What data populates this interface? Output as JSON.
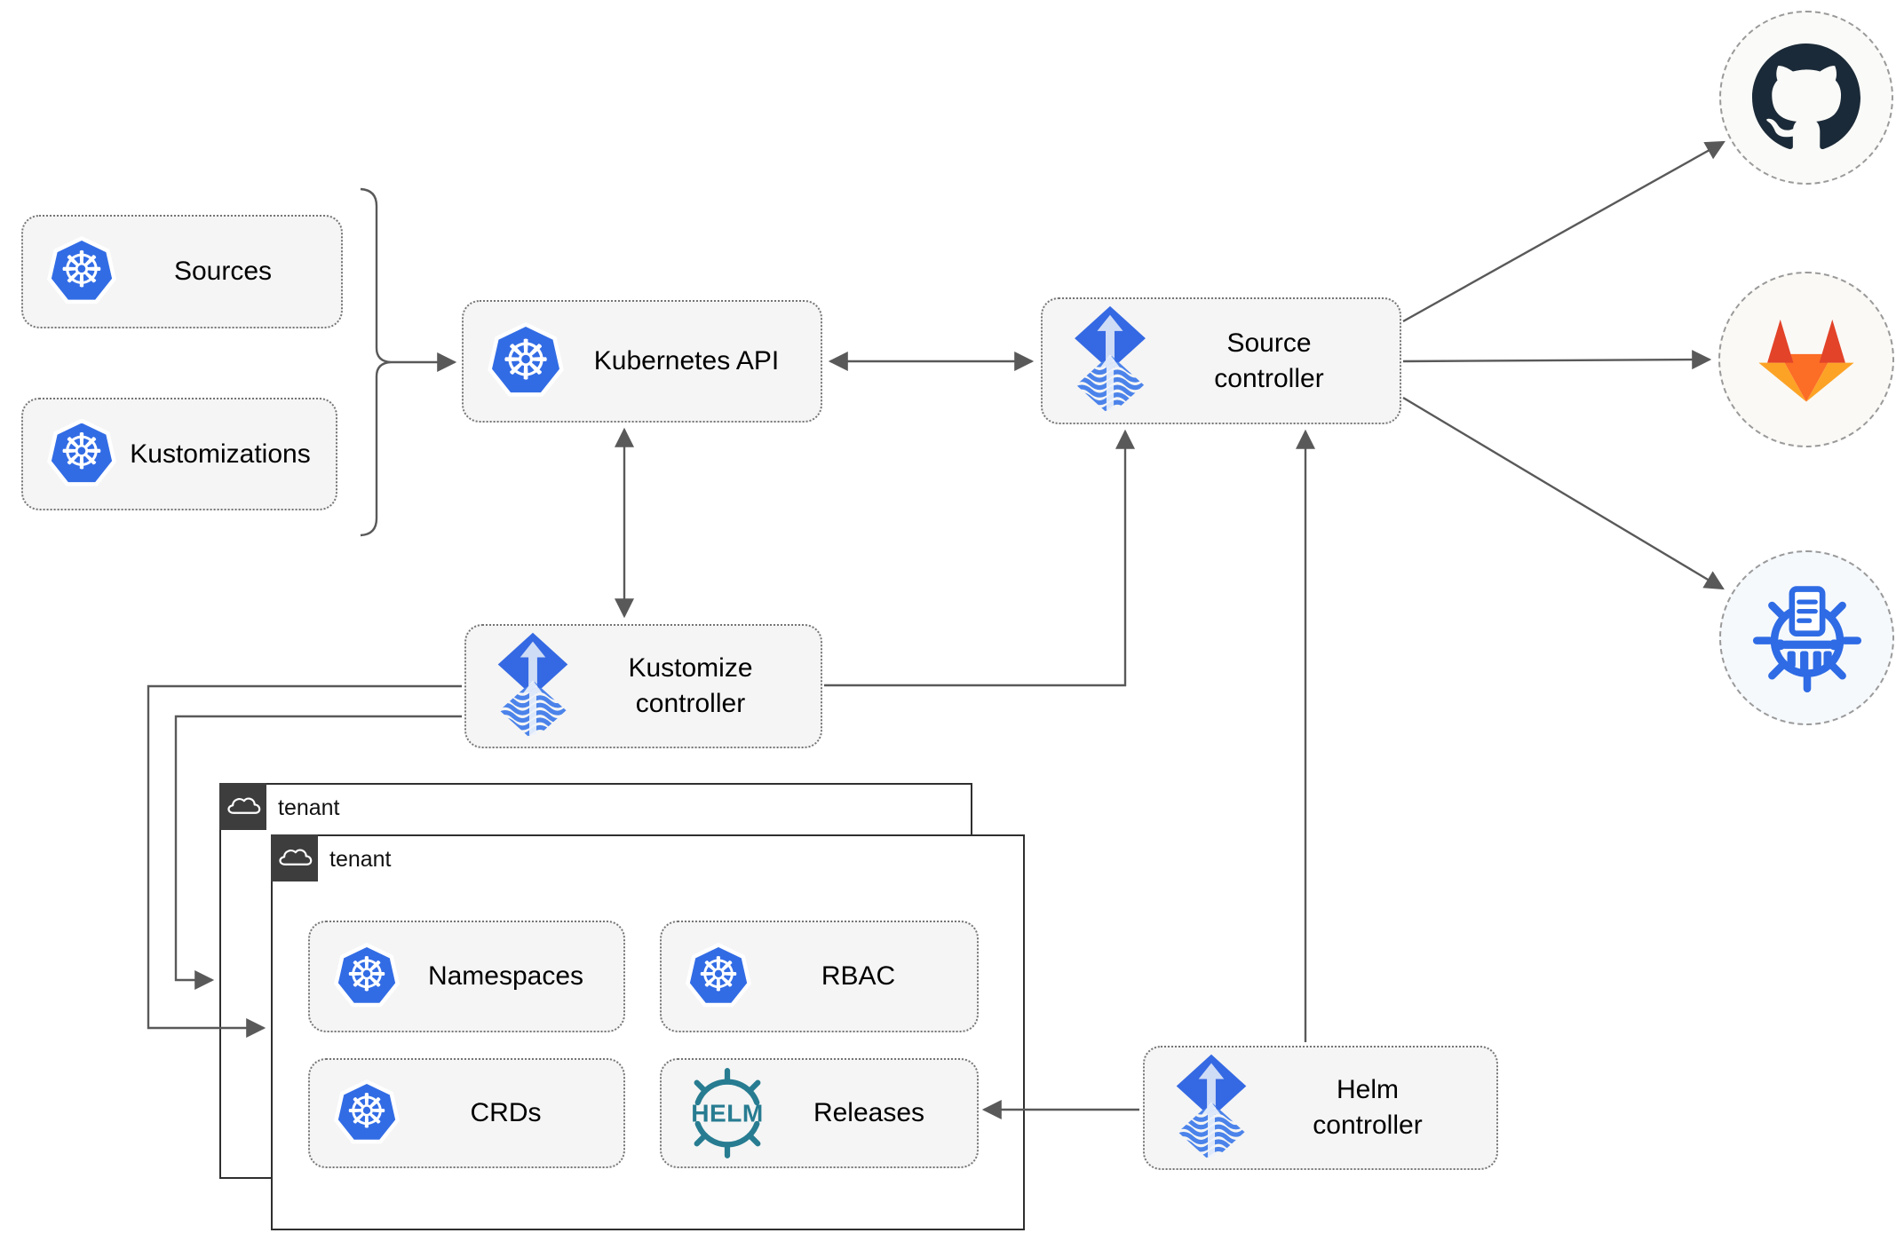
{
  "nodes": {
    "sources": {
      "label": "Sources"
    },
    "kustomizations": {
      "label": "Kustomizations"
    },
    "kubernetes_api": {
      "label": "Kubernetes API"
    },
    "source_controller": {
      "line1": "Source",
      "line2": "controller"
    },
    "kustomize_controller": {
      "line1": "Kustomize",
      "line2": "controller"
    },
    "helm_controller": {
      "line1": "Helm",
      "line2": "controller"
    },
    "namespaces": {
      "label": "Namespaces"
    },
    "rbac": {
      "label": "RBAC"
    },
    "crds": {
      "label": "CRDs"
    },
    "releases": {
      "label": "Releases"
    }
  },
  "tenants": {
    "outer": {
      "label": "tenant"
    },
    "inner": {
      "label": "tenant"
    }
  },
  "icons": {
    "kubernetes_wheel_glyph": "☸",
    "helm_wordmark": "HELM"
  },
  "colors": {
    "kubernetes_blue": "#326ce5",
    "flux_blue": "#3569e3",
    "flux_arrow_light": "#cfdcf6",
    "helm_teal": "#277c91",
    "github_dark": "#1b2a38",
    "gitlab_red": "#e24329",
    "gitlab_orange": "#fc6d26",
    "gitlab_amber": "#fca326",
    "registry_blue": "#2e6be5",
    "connector_gray": "#595959",
    "node_fill": "#f5f5f5",
    "tenant_tab_bg": "#3d3d3d"
  }
}
